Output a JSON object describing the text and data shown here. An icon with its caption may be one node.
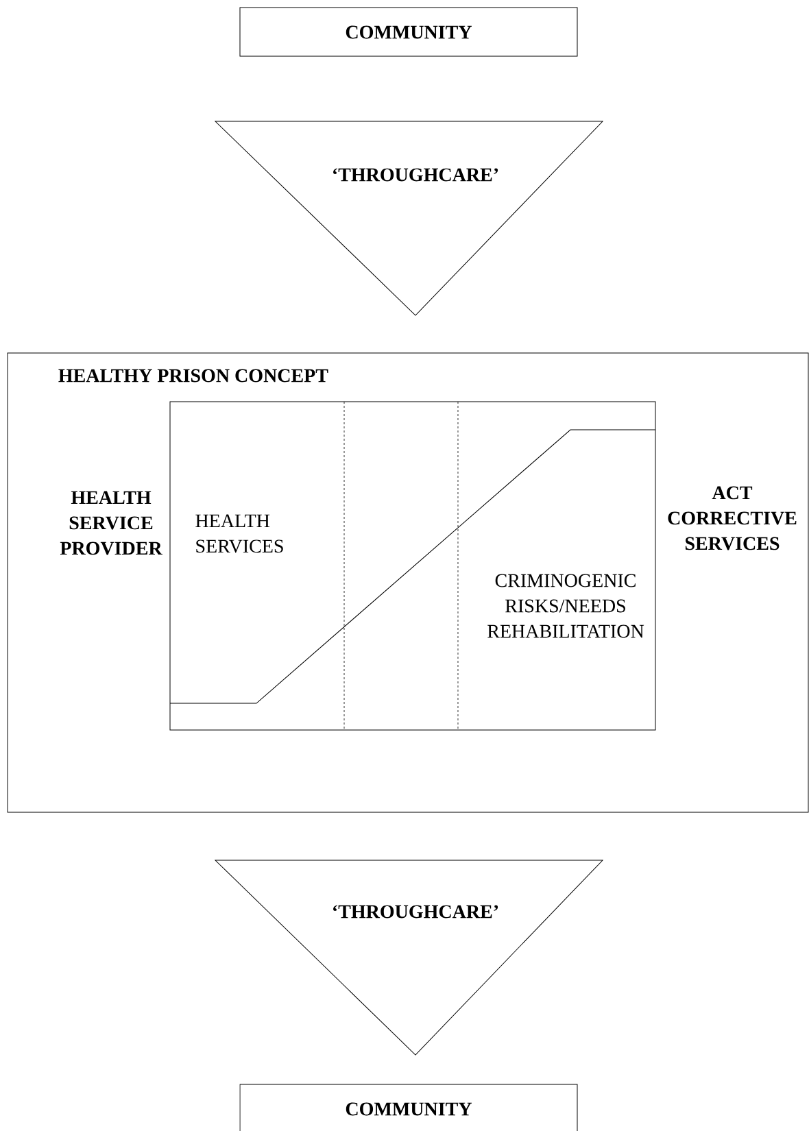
{
  "diagram": {
    "nodes": [
      {
        "text": [
          "COMMUNITY"
        ]
      },
      {
        "text": [
          "‘THROUGHCARE’"
        ]
      },
      {
        "text": [
          "HEALTHY PRISON CONCEPT"
        ]
      },
      {
        "text": [
          "HEALTH SERVICES",
          "CRIMINOGENIC RISKS/NEEDS REHABILITATION"
        ],
        "in": 2,
        "beside": [
          "HEALTH SERVICE PROVIDER",
          "ACT CORRECTIVE SERVICES"
        ]
      },
      {
        "text": [
          "‘THROUGHCARE’"
        ]
      },
      {
        "text": [
          "COMMUNITY"
        ]
      }
    ]
  }
}
